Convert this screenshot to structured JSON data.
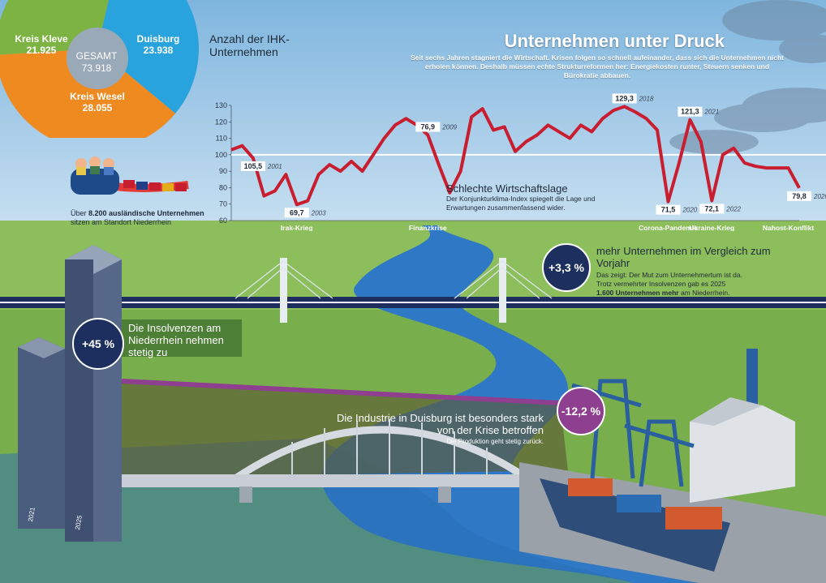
{
  "header": {
    "title": "Unternehmen unter Druck",
    "subtitle": "Seit sechs Jahren stagniert die Wirtschaft. Krisen folgen so schnell aufeinander, dass sich die Unternehmen nicht erholen können. Deshalb müssen echte Strukturreformen her: Energiekosten runter, Steuern senken und Bürokratie abbauen."
  },
  "companies": {
    "label": "Anzahl der IHK-Unternehmen",
    "total_label": "GESAMT",
    "total_value": "73.918",
    "segments": [
      {
        "name": "Kreis Kleve",
        "value": "21.925",
        "color": "#7cb342"
      },
      {
        "name": "Duisburg",
        "value": "23.938",
        "color": "#29a3dd"
      },
      {
        "name": "Kreis Wesel",
        "value": "28.055",
        "color": "#ef8a21"
      }
    ],
    "foreign_prefix": "Über",
    "foreign_bold": "8.200 ausländische Unternehmen",
    "foreign_suffix": "sitzen am Standort Niederrhein"
  },
  "chart_data": {
    "type": "line",
    "ylim": [
      60,
      130
    ],
    "yticks": [
      60,
      70,
      80,
      90,
      100,
      110,
      120,
      130
    ],
    "reference_line": 100,
    "x": [
      2000,
      2000.5,
      2001,
      2001.5,
      2002,
      2002.5,
      2003,
      2003.5,
      2004,
      2004.5,
      2005,
      2005.5,
      2006,
      2006.5,
      2007,
      2007.5,
      2008,
      2008.5,
      2009,
      2009.5,
      2010,
      2010.5,
      2011,
      2011.5,
      2012,
      2012.5,
      2013,
      2013.5,
      2014,
      2014.5,
      2015,
      2015.5,
      2016,
      2016.5,
      2017,
      2017.5,
      2018,
      2018.5,
      2019,
      2019.5,
      2020,
      2020.5,
      2021,
      2021.5,
      2022,
      2022.5,
      2023,
      2023.5,
      2024,
      2024.5,
      2025,
      2025.5,
      2026
    ],
    "values": [
      103,
      105.5,
      98,
      75,
      78,
      88,
      69.7,
      72,
      88,
      94,
      90,
      96,
      90,
      100,
      110,
      118,
      122,
      118,
      112,
      94,
      76.9,
      90,
      123,
      128,
      115,
      117,
      102,
      108,
      112,
      118,
      114,
      110,
      118,
      114,
      122,
      127,
      129.3,
      126,
      122,
      115,
      71.5,
      95,
      121.3,
      108,
      72.1,
      100,
      104,
      95,
      93,
      92,
      92,
      92,
      79.8
    ],
    "labels": [
      {
        "x": 2001,
        "value": "105,5",
        "year": "2001"
      },
      {
        "x": 2003,
        "value": "69,7",
        "year": "2003"
      },
      {
        "x": 2009,
        "value": "76,9",
        "year": "2009"
      },
      {
        "x": 2018,
        "value": "129,3",
        "year": "2018"
      },
      {
        "x": 2020,
        "value": "71,5",
        "year": "2020"
      },
      {
        "x": 2021,
        "value": "121,3",
        "year": "2021"
      },
      {
        "x": 2022,
        "value": "72,1",
        "year": "2022"
      },
      {
        "x": 2026,
        "value": "79,8",
        "year": "2026"
      }
    ],
    "crises": [
      {
        "name": "Irak-Krieg",
        "x": 2003
      },
      {
        "name": "Finanzkrise",
        "x": 2009
      },
      {
        "name": "Corona-Pandemie",
        "x": 2020
      },
      {
        "name": "Ukraine-Krieg",
        "x": 2022
      },
      {
        "name": "Nahost-Konflikt",
        "x": 2025.5
      }
    ],
    "annotation_title": "Schlechte Wirtschaftslage",
    "annotation_text": "Der Konjunkturklima-Index spiegelt die Lage und Erwartungen zusammenfassend wider.",
    "line_color": "#c81e2f"
  },
  "growth": {
    "badge": "+3,3 %",
    "title": "mehr Unternehmen im Vergleich zum Vorjahr",
    "text1": "Das zeigt: Der Mut zum Unternehmertum ist da.",
    "text2": "Trotz vermehrter Insolvenzen gab es 2025",
    "text_bold": "1.600 Unternehmen mehr",
    "text3": "am Niederrhein.",
    "color": "#1d2f5f"
  },
  "insolvency": {
    "badge": "+45 %",
    "text": "Die Insolvenzen am Niederrhein nehmen stetig zu",
    "year_left": "2021",
    "year_right": "2025",
    "color": "#1d2f5f"
  },
  "industry": {
    "badge": "-12,2 %",
    "title": "Die Industrie in Duisburg ist besonders stark von der Krise betroffen",
    "text": "Die Produktion geht stetig zurück.",
    "color": "#8e3f8f"
  }
}
